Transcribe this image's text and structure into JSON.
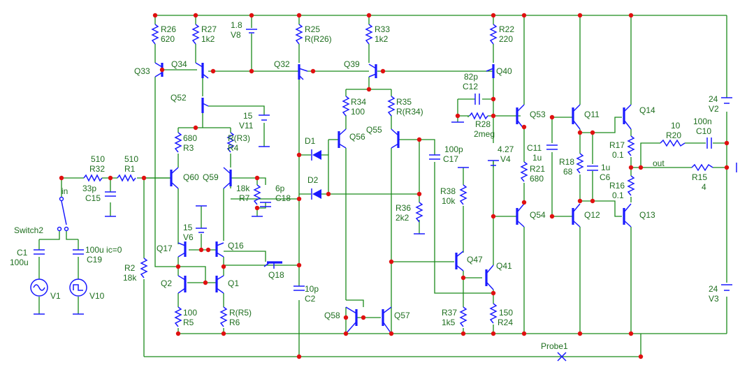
{
  "components": {
    "r26": {
      "ref": "R26",
      "val": "620"
    },
    "r27": {
      "ref": "R27",
      "val": "1k2"
    },
    "v8": {
      "ref": "V8",
      "val": "1.8"
    },
    "r25": {
      "ref": "R25",
      "val": "R(R26)"
    },
    "r33": {
      "ref": "R33",
      "val": "1k2"
    },
    "r22": {
      "ref": "R22",
      "val": "220"
    },
    "c12": {
      "ref": "C12",
      "val": "82p"
    },
    "r28": {
      "ref": "R28",
      "val": "2meg"
    },
    "v11": {
      "ref": "V11",
      "val": "15"
    },
    "r3": {
      "ref": "R3",
      "val": "680"
    },
    "r4": {
      "ref": "R4",
      "val": "R(R3)"
    },
    "r34": {
      "ref": "R34",
      "val": "100"
    },
    "r35": {
      "ref": "R35",
      "val": "R(R34)"
    },
    "v4": {
      "ref": "V4",
      "val": "4.27"
    },
    "c11": {
      "ref": "C11",
      "val": "1u"
    },
    "r21": {
      "ref": "R21",
      "val": "680"
    },
    "r18": {
      "ref": "R18",
      "val": "68"
    },
    "c6": {
      "ref": "C6",
      "val": "1u"
    },
    "r17": {
      "ref": "R17",
      "val": "0.1"
    },
    "r16": {
      "ref": "R16",
      "val": "0.1"
    },
    "r20": {
      "ref": "R20",
      "val": "10"
    },
    "c10": {
      "ref": "C10",
      "val": "100n"
    },
    "v2": {
      "ref": "V2",
      "val": "24"
    },
    "v3": {
      "ref": "V3",
      "val": "24"
    },
    "r15": {
      "ref": "R15",
      "val": "4"
    },
    "r32": {
      "ref": "R32",
      "val": "510"
    },
    "r1": {
      "ref": "R1",
      "val": "510"
    },
    "c15": {
      "ref": "C15",
      "val": "33p"
    },
    "r7": {
      "ref": "R7",
      "val": "18k"
    },
    "c18": {
      "ref": "C18",
      "val": "6p"
    },
    "c17": {
      "ref": "C17",
      "val": "100p"
    },
    "r36": {
      "ref": "R36",
      "val": "2k2"
    },
    "r38": {
      "ref": "R38",
      "val": "10k"
    },
    "v6": {
      "ref": "V6",
      "val": "15"
    },
    "c1": {
      "ref": "C1",
      "val": "100u"
    },
    "c19": {
      "ref": "C19",
      "val": "100u ic=0"
    },
    "r2": {
      "ref": "R2",
      "val": "18k"
    },
    "r5": {
      "ref": "R5",
      "val": "100"
    },
    "r6": {
      "ref": "R6",
      "val": "R(R5)"
    },
    "c2": {
      "ref": "C2",
      "val": "10p"
    },
    "r37": {
      "ref": "R37",
      "val": "1k5"
    },
    "r24": {
      "ref": "R24",
      "val": "150"
    },
    "v1": {
      "ref": "V1"
    },
    "v10": {
      "ref": "V10"
    },
    "d1": {
      "ref": "D1"
    },
    "d2": {
      "ref": "D2"
    }
  },
  "transistors": [
    "Q33",
    "Q34",
    "Q32",
    "Q39",
    "Q40",
    "Q52",
    "Q56",
    "Q55",
    "Q53",
    "Q11",
    "Q14",
    "Q60",
    "Q59",
    "Q17",
    "Q16",
    "Q18",
    "Q2",
    "Q1",
    "Q54",
    "Q12",
    "Q13",
    "Q47",
    "Q41",
    "Q58",
    "Q57"
  ],
  "labels": {
    "switch": "Switch2",
    "input_net": "in",
    "output_net": "out",
    "probe": "Probe1"
  },
  "colors": {
    "wire": "#1a8a1a",
    "component": "#1a1aff",
    "junction": "#e01010",
    "text": "#1e6e1e"
  }
}
